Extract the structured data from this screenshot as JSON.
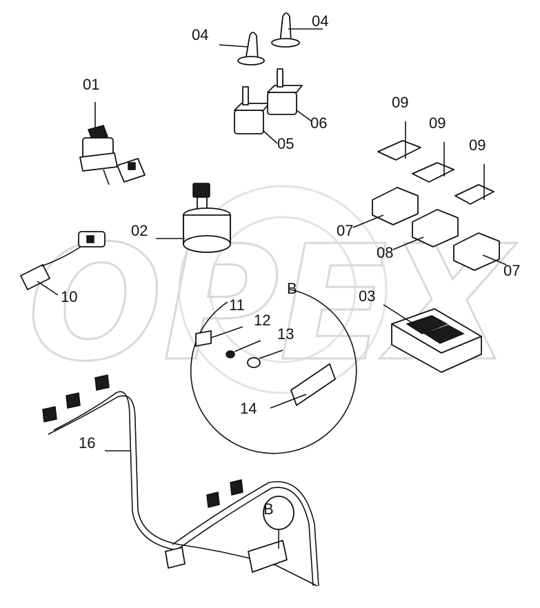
{
  "watermark": {
    "text": "OPEX"
  },
  "detail": {
    "letter": "B"
  },
  "labels": {
    "p01": "01",
    "p02": "02",
    "p03": "03",
    "p04a": "04",
    "p04b": "04",
    "p05": "05",
    "p06": "06",
    "p07a": "07",
    "p07b": "07",
    "p08": "08",
    "p09a": "09",
    "p09b": "09",
    "p09c": "09",
    "p10": "10",
    "p11": "11",
    "p12": "12",
    "p13": "13",
    "p14": "14",
    "p16": "16"
  }
}
